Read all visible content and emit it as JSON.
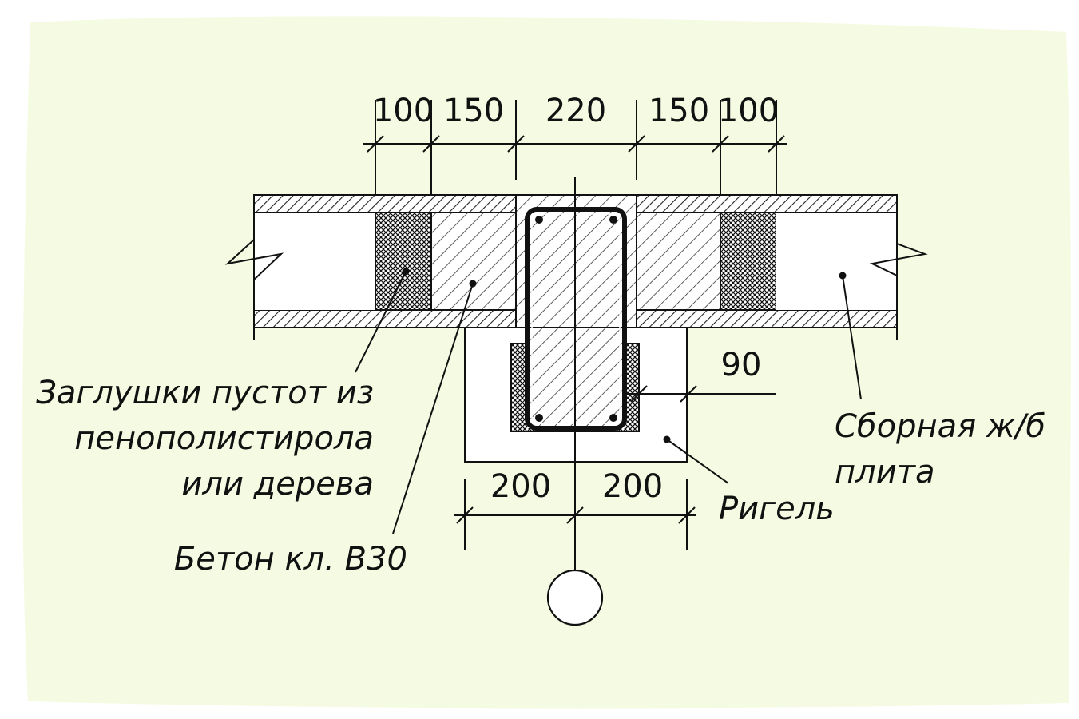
{
  "colors": {
    "background": "#f5fbe2",
    "ink": "#111111",
    "page": "#ffffff"
  },
  "dimensions": {
    "top": [
      "100",
      "150",
      "220",
      "150",
      "100"
    ],
    "bottom": [
      "200",
      "200"
    ],
    "side": "90"
  },
  "labels": {
    "plugs": [
      "Заглушки пустот из",
      "пенополистирола",
      "или дерева"
    ],
    "concrete": "Бетон кл. В30",
    "slab": [
      "Сборная ж/б",
      "плита"
    ],
    "beam": "Ригель"
  }
}
